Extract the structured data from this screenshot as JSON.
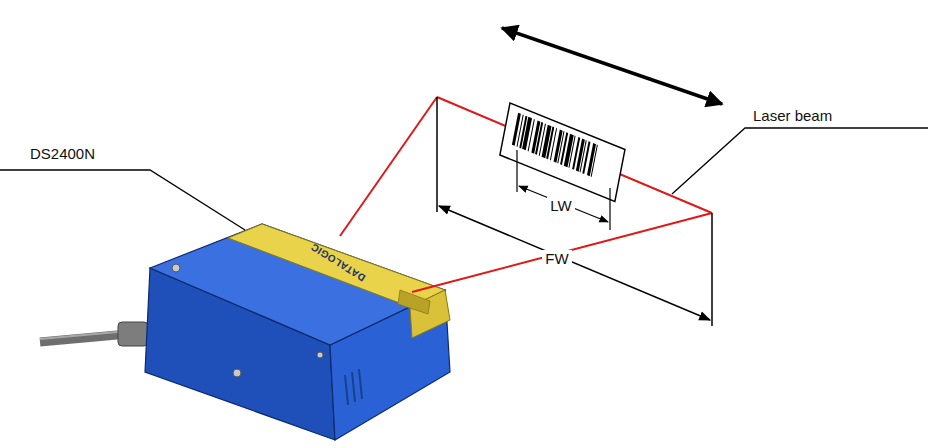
{
  "diagram": {
    "labels": [
      "DS2400N",
      "Laser beam",
      "LW",
      "FW",
      "DATALOGIC"
    ]
  }
}
